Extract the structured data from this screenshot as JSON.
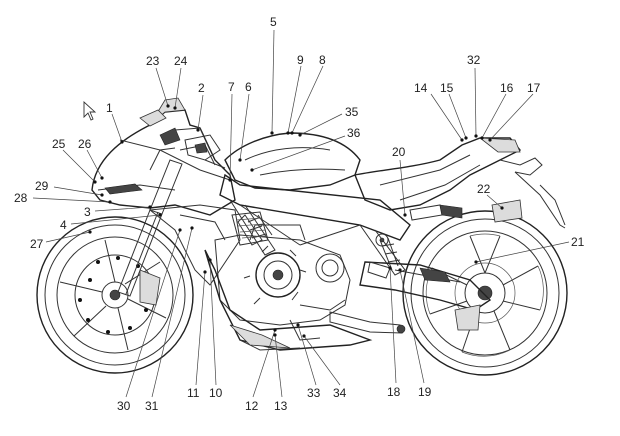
{
  "diagram": {
    "callouts": [
      {
        "id": "1",
        "label": "1"
      },
      {
        "id": "2",
        "label": "2"
      },
      {
        "id": "3",
        "label": "3"
      },
      {
        "id": "4",
        "label": "4"
      },
      {
        "id": "5",
        "label": "5"
      },
      {
        "id": "6",
        "label": "6"
      },
      {
        "id": "7",
        "label": "7"
      },
      {
        "id": "8",
        "label": "8"
      },
      {
        "id": "9",
        "label": "9"
      },
      {
        "id": "10",
        "label": "10"
      },
      {
        "id": "11",
        "label": "11"
      },
      {
        "id": "12",
        "label": "12"
      },
      {
        "id": "13",
        "label": "13"
      },
      {
        "id": "14",
        "label": "14"
      },
      {
        "id": "15",
        "label": "15"
      },
      {
        "id": "16",
        "label": "16"
      },
      {
        "id": "17",
        "label": "17"
      },
      {
        "id": "18",
        "label": "18"
      },
      {
        "id": "19",
        "label": "19"
      },
      {
        "id": "20",
        "label": "20"
      },
      {
        "id": "21",
        "label": "21"
      },
      {
        "id": "22",
        "label": "22"
      },
      {
        "id": "23",
        "label": "23"
      },
      {
        "id": "24",
        "label": "24"
      },
      {
        "id": "25",
        "label": "25"
      },
      {
        "id": "26",
        "label": "26"
      },
      {
        "id": "27",
        "label": "27"
      },
      {
        "id": "28",
        "label": "28"
      },
      {
        "id": "29",
        "label": "29"
      },
      {
        "id": "30",
        "label": "30"
      },
      {
        "id": "31",
        "label": "31"
      },
      {
        "id": "32",
        "label": "32"
      },
      {
        "id": "33",
        "label": "33"
      },
      {
        "id": "34",
        "label": "34"
      },
      {
        "id": "35",
        "label": "35"
      },
      {
        "id": "36",
        "label": "36"
      }
    ]
  }
}
